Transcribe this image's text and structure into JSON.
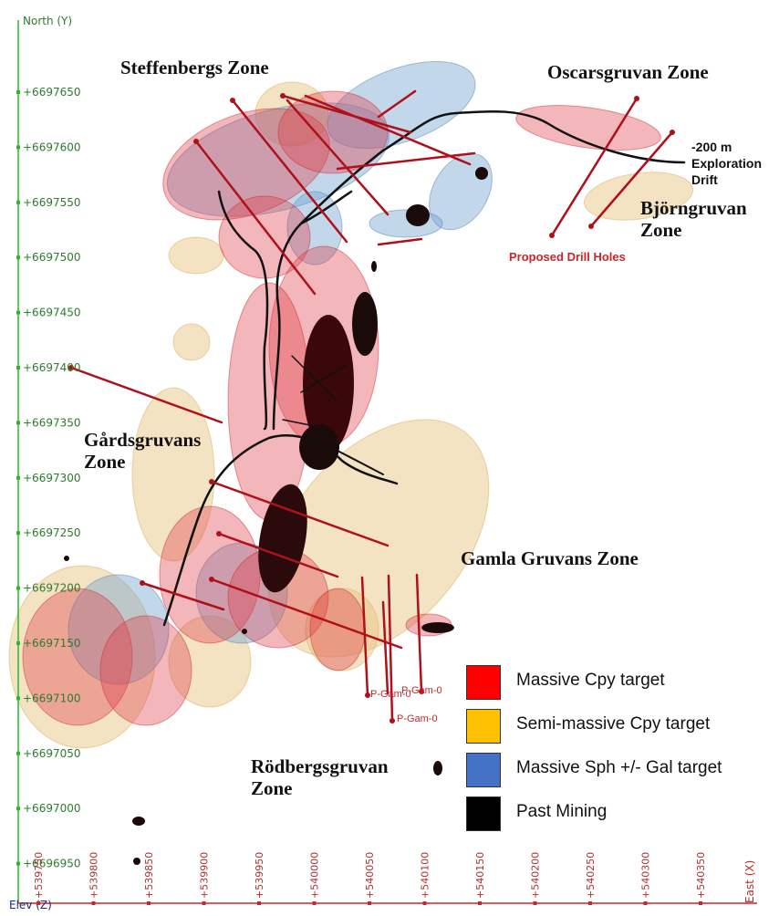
{
  "axes": {
    "north_label": "North (Y)",
    "east_label": "East (X)",
    "elev_label": "Elev (Z)",
    "y_ticks": [
      "+6697650",
      "+6697600",
      "+6697550",
      "+6697500",
      "+6697450",
      "+6697400",
      "+6697350",
      "+6697300",
      "+6697250",
      "+6697200",
      "+6697150",
      "+6697100",
      "+6697050",
      "+6697000",
      "+6696950"
    ],
    "x_ticks": [
      "+539750",
      "+539800",
      "+539850",
      "+539900",
      "+539950",
      "+540000",
      "+540050",
      "+540100",
      "+540150",
      "+540200",
      "+540250",
      "+540300",
      "+540350"
    ],
    "colors": {
      "north_axis": "#2fb52f",
      "east_axis": "#c8262b"
    }
  },
  "zones": {
    "steffenbergs": "Steffenbergs Zone",
    "oscarsgruvan": "Oscarsgruvan Zone",
    "bjorngruvan": "Björngruvan\nZone",
    "gardsgruvans": "Gårdsgruvans\nZone",
    "gamla": "Gamla Gruvans Zone",
    "rodbergsgruvan": "Rödbergsgruvan\nZone"
  },
  "annotations": {
    "drift": "-200 m\nExploration\nDrift",
    "proposed": "Proposed Drill Holes",
    "holes": [
      "P-Gam-0",
      "P-Gam-0",
      "P-Gam-0"
    ]
  },
  "legend": {
    "items": [
      {
        "label": "Massive Cpy target",
        "color": "#ff0000"
      },
      {
        "label": "Semi-massive Cpy target",
        "color": "#ffc000"
      },
      {
        "label": "Massive Sph +/- Gal target",
        "color": "#4472c4"
      },
      {
        "label": "Past Mining",
        "color": "#000000"
      }
    ]
  },
  "colors": {
    "red_target": "#e0404a",
    "yellow_target": "#e6c27a",
    "blue_target": "#6f9fcf",
    "drill_hole": "#b0101a",
    "workings": "#141414"
  }
}
